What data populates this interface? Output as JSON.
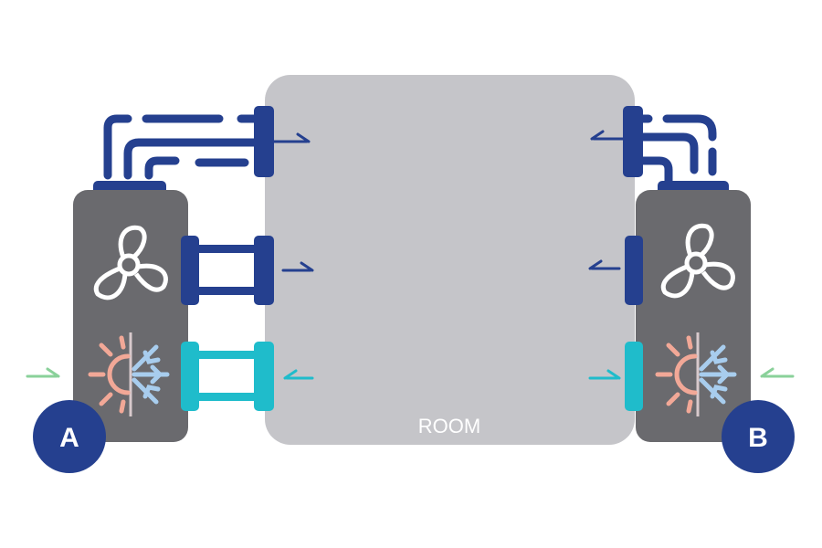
{
  "room": {
    "label": "ROOM"
  },
  "units": [
    {
      "id": "a",
      "badge": "A"
    },
    {
      "id": "b",
      "badge": "B"
    }
  ],
  "colors": {
    "room": "#c5c5c9",
    "unit_body": "#6a6a6e",
    "duct_dark": "#25408f",
    "duct_cyan": "#1fbccb",
    "badge": "#25408f",
    "fresh_air_arrow": "#8ad19a",
    "sun": "#f2a897",
    "snowflake": "#a8cdee",
    "fan": "#ffffff"
  },
  "icons": [
    "fan-icon",
    "sun-icon",
    "snowflake-icon",
    "arrow-icon"
  ]
}
